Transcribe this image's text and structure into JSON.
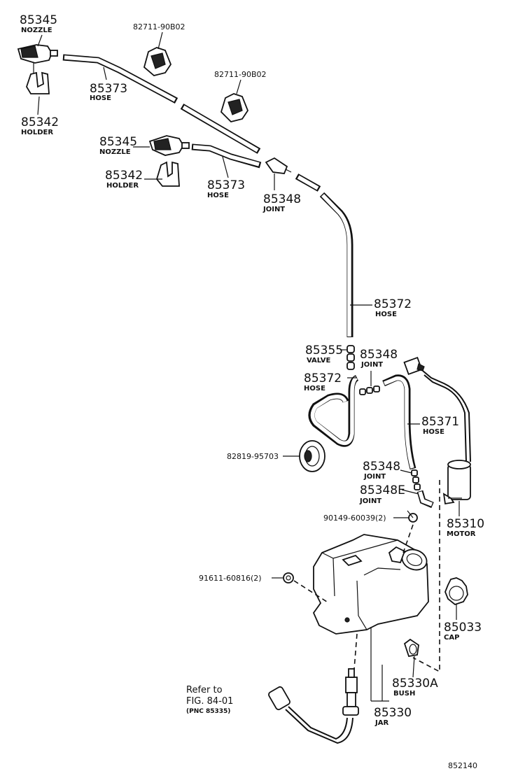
{
  "parts": {
    "nozzle_top": {
      "number": "85345",
      "name": "NOZZLE"
    },
    "holder_top": {
      "number": "85342",
      "name": "HOLDER"
    },
    "clip_1": {
      "number": "82711-90B02"
    },
    "clip_2": {
      "number": "82711-90B02"
    },
    "hose_top": {
      "number": "85373",
      "name": "HOSE"
    },
    "nozzle_mid": {
      "number": "85345",
      "name": "NOZZLE"
    },
    "holder_mid": {
      "number": "85342",
      "name": "HOLDER"
    },
    "hose_mid": {
      "number": "85373",
      "name": "HOSE"
    },
    "joint_top": {
      "number": "85348",
      "name": "JOINT"
    },
    "hose_long": {
      "number": "85372",
      "name": "HOSE"
    },
    "valve": {
      "number": "85355",
      "name": "VALVE"
    },
    "joint_valve": {
      "number": "85348",
      "name": "JOINT"
    },
    "hose_lower": {
      "number": "85372",
      "name": "HOSE"
    },
    "hose_right": {
      "number": "85371",
      "name": "HOSE"
    },
    "grommet": {
      "number": "82819-95703"
    },
    "joint_lower": {
      "number": "85348",
      "name": "JOINT"
    },
    "joint_e": {
      "number": "85348E",
      "name": "JOINT"
    },
    "motor": {
      "number": "85310",
      "name": "MOTOR"
    },
    "bolt": {
      "number": "90149-60039(2)"
    },
    "nut": {
      "number": "91611-60816(2)"
    },
    "cap": {
      "number": "85033",
      "name": "CAP"
    },
    "bush": {
      "number": "85330A",
      "name": "BUSH"
    },
    "jar": {
      "number": "85330",
      "name": "JAR"
    }
  },
  "reference": {
    "line1": "Refer to",
    "line2": "FIG. 84-01",
    "line3": "(PNC 85335)"
  },
  "figure_code": "852140"
}
